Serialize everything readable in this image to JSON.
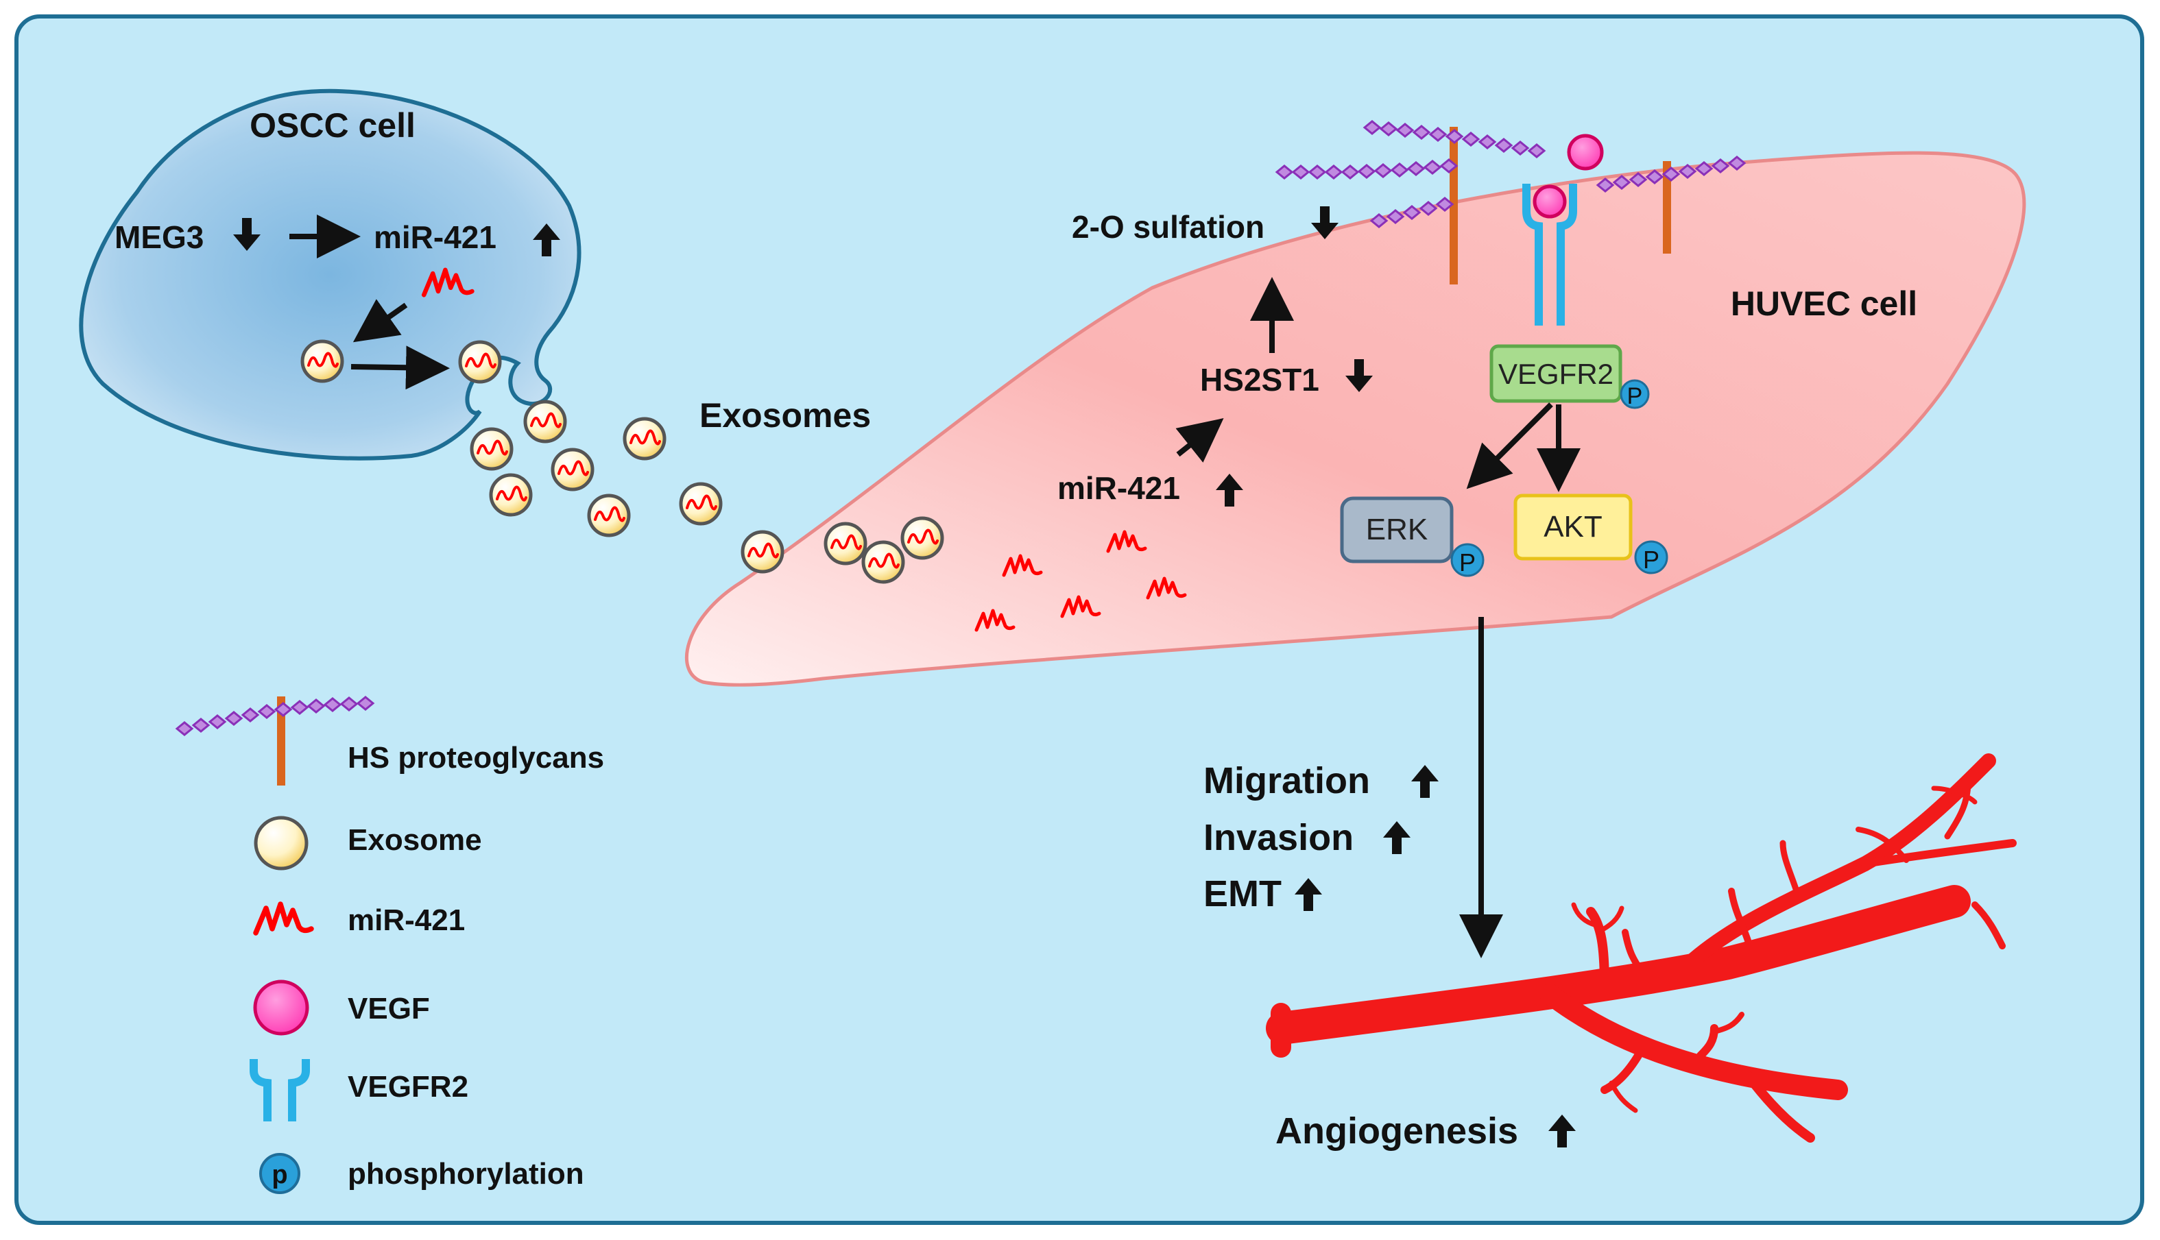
{
  "cells": {
    "oscc": "OSCC cell",
    "huvec": "HUVEC cell"
  },
  "labels": {
    "meg3": "MEG3",
    "mir421_oscc": "miR-421",
    "exosomes": "Exosomes",
    "sulfation": "2-O sulfation",
    "hs2st1": "HS2ST1",
    "mir421_huvec": "miR-421",
    "vegfr2": "VEGFR2",
    "erk": "ERK",
    "akt": "AKT",
    "phospho": "P",
    "migration": "Migration",
    "invasion": "Invasion",
    "emt": "EMT",
    "angiogenesis": "Angiogenesis"
  },
  "legend": {
    "hs": "HS proteoglycans",
    "exosome": "Exosome",
    "mir": "miR-421",
    "vegf": "VEGF",
    "vegfr2": "VEGFR2",
    "phos_glyph": "p",
    "phos": "phosphorylation"
  },
  "colors": {
    "background": "#c2e9f8",
    "frame": "#1e6e94",
    "oscc_fill": "#9cc9e8",
    "huvec_fill": "#fbbcbc",
    "huvec_border": "#e98a8a",
    "proteoglycan_chain": "#9b3fc2",
    "proteoglycan_core": "#d9661f",
    "mirna": "#ff0000",
    "vegf": "#ff60c8",
    "vegfr2": "#29b1e6",
    "vegfr2_box": "#a8dc8e",
    "erk_box": "#a9b9ca",
    "akt_box": "#fff09a",
    "phospho": "#2aa0da",
    "vessel": "#f21a1a"
  }
}
